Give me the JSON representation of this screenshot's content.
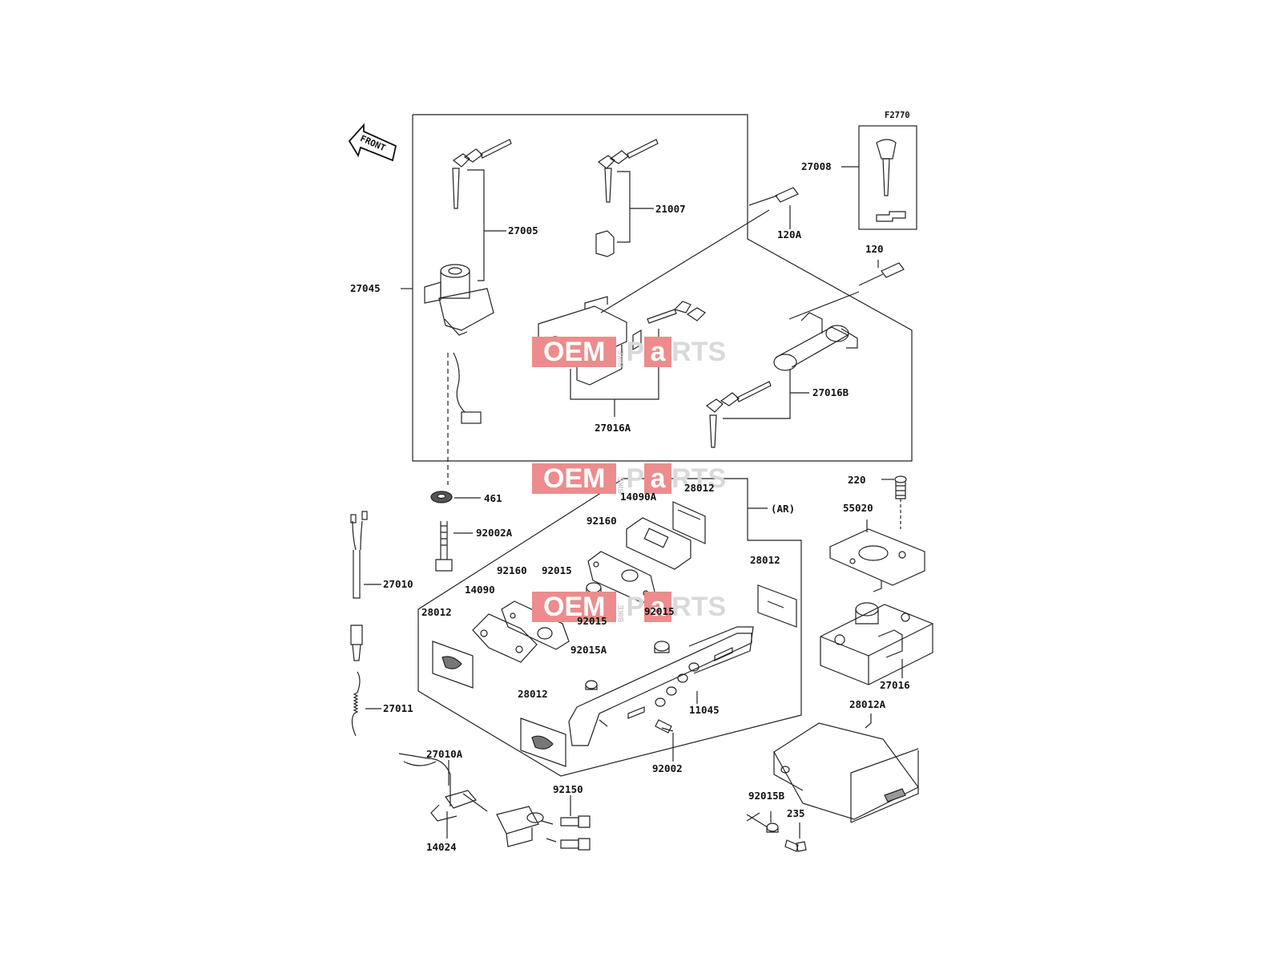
{
  "diagram": {
    "figure_code": "F2770",
    "front_label": "FRONT",
    "watermark": {
      "oem": "OEM",
      "bike": "BIKE",
      "p": "P",
      "a": "a",
      "rts": "RTS"
    },
    "labels": {
      "l27005": "27005",
      "l21007": "21007",
      "l27045": "27045",
      "l27008": "27008",
      "l120A": "120A",
      "l120": "120",
      "l27016A": "27016A",
      "l27016B": "27016B",
      "l461": "461",
      "l92002A": "92002A",
      "l27010": "27010",
      "l27011": "27011",
      "l27010A": "27010A",
      "l92150": "92150",
      "l14024": "14024",
      "l14090A": "14090A",
      "l28012_a": "28012",
      "l92160_a": "92160",
      "l92160_b": "92160",
      "l92015_a": "92015",
      "l14090": "14090",
      "l28012_b": "28012",
      "l92015_b": "92015",
      "l92015_c": "92015",
      "l92015A": "92015A",
      "l28012_c": "28012",
      "l28012_d": "28012",
      "l11045": "11045",
      "l92002": "92002",
      "lAR": "(AR)",
      "l220": "220",
      "l55020": "55020",
      "l27016": "27016",
      "l28012A": "28012A",
      "l92015B": "92015B",
      "l235": "235"
    }
  }
}
